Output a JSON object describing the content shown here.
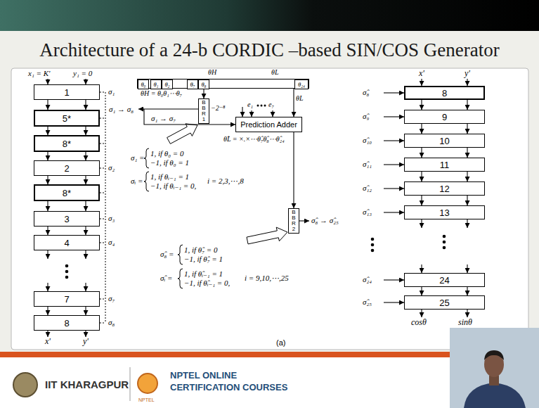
{
  "diagram": {
    "title": "Architecture of a 24-b CORDIC –based SIN/COS Generator",
    "nodes": [
      {
        "text": [
          "1"
        ]
      },
      {
        "text": [
          "5*"
        ]
      },
      {
        "text": [
          "8*"
        ]
      },
      {
        "text": [
          "2"
        ]
      },
      {
        "text": [
          "8*"
        ]
      },
      {
        "text": [
          "3"
        ]
      },
      {
        "text": [
          "4"
        ]
      },
      {
        "text": [
          "7"
        ]
      },
      {
        "text": [
          "8"
        ]
      },
      {
        "text": [
          "θH",
          "θL"
        ]
      },
      {
        "text": [
          "θ₀"
        ],
        "in": 9
      },
      {
        "text": [
          "θ₁"
        ],
        "in": 9
      },
      {
        "text": [
          "θ₂"
        ],
        "in": 9
      },
      {
        "text": [
          "θ₇"
        ],
        "in": 9
      },
      {
        "text": [
          "θ₈"
        ],
        "in": 9
      },
      {
        "text": [
          "θ₂₄"
        ],
        "in": 9
      },
      {
        "text": [
          "BBR1"
        ]
      },
      {
        "text": [
          "Prediction Adder"
        ]
      },
      {
        "text": [
          "BBR2"
        ]
      },
      {
        "text": [
          "8"
        ]
      },
      {
        "text": [
          "9"
        ]
      },
      {
        "text": [
          "10"
        ]
      },
      {
        "text": [
          "11"
        ]
      },
      {
        "text": [
          "12"
        ]
      },
      {
        "text": [
          "13"
        ]
      },
      {
        "text": [
          "24"
        ]
      },
      {
        "text": [
          "25"
        ]
      }
    ],
    "edges": [
      {
        "from": 0,
        "to": 1,
        "arrow": "to"
      },
      {
        "from": 1,
        "to": 2,
        "arrow": "to"
      },
      {
        "from": 2,
        "to": 3,
        "arrow": "to"
      },
      {
        "from": 3,
        "to": 4,
        "arrow": "to"
      },
      {
        "from": 4,
        "to": 5,
        "arrow": "to"
      },
      {
        "from": 5,
        "to": 6,
        "arrow": "to"
      },
      {
        "from": 6,
        "to": 7,
        "arrow": "to"
      },
      {
        "from": 7,
        "to": 8,
        "arrow": "to"
      },
      {
        "from": 9,
        "to": 16,
        "arrow": "to"
      },
      {
        "from": 9,
        "to": 17,
        "arrow": "to"
      },
      {
        "from": 16,
        "to": 17,
        "label": "σ₁ → σ₇",
        "arrow": "to"
      },
      {
        "from": 17,
        "to": 18,
        "arrow": "to"
      },
      {
        "from": 19,
        "to": 20,
        "arrow": "to"
      },
      {
        "from": 20,
        "to": 21,
        "arrow": "to"
      },
      {
        "from": 21,
        "to": 22,
        "arrow": "to"
      },
      {
        "from": 22,
        "to": 23,
        "arrow": "to"
      },
      {
        "from": 23,
        "to": 24,
        "arrow": "to"
      },
      {
        "from": 24,
        "to": 25,
        "arrow": "to"
      },
      {
        "from": 25,
        "to": 26,
        "arrow": "to"
      }
    ],
    "labels": [
      "x₁ = K'",
      "y₁ = 0",
      "x'",
      "y'",
      "σ₁",
      "σ₂",
      "σ₃",
      "σ₄",
      "σ₇",
      "σ₈",
      "θH = θ₀θ₁⋯θ₇",
      "θL",
      "σ₁ → σ₈",
      "−2⁻⁸",
      "e₁",
      "e₇",
      "θ̂L = ×.×⋯θ̂₇θ̂₈⋯θ̂₂₄",
      "σ₁ =",
      "1, if θ₀ = 0",
      "−1, if θ₀ = 1",
      "σᵢ =",
      "1, if θᵢ₋₁ = 1",
      "−1, if θᵢ₋₁ = 0,",
      "i = 2,3,⋯,8",
      "σ̂₈ → σ̂₂₅",
      "σ̂₈ =",
      "1, if θ̂₇ = 0",
      "−1, if θ̂₇ = 1",
      "σ̂ᵢ =",
      "1, if θ̂ᵢ₋₁ = 1",
      "−1, if θ̂ᵢ₋₁ = 0,",
      "i = 9,10,⋯,25",
      "x'",
      "y'",
      "σ̂₈",
      "σ̂₉",
      "σ̂₁₀",
      "σ̂₁₁",
      "σ̂₁₂",
      "σ̂₁₃",
      "σ̂₂₄",
      "σ̂₂₅",
      "cosθ",
      "sinθ",
      "(a)",
      "IIT KHARAGPUR",
      "NPTEL ONLINE",
      "CERTIFICATION COURSES",
      "NPTEL"
    ]
  }
}
